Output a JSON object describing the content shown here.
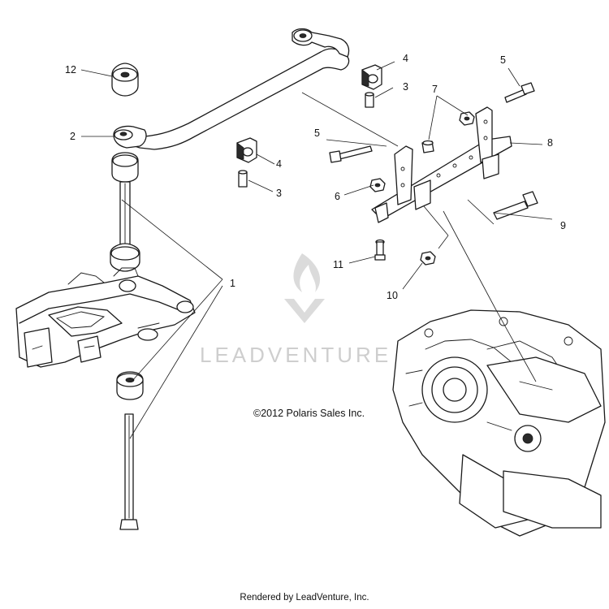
{
  "callouts": [
    {
      "id": "c1",
      "label": "1"
    },
    {
      "id": "c2",
      "label": "2"
    },
    {
      "id": "c3a",
      "label": "3"
    },
    {
      "id": "c3b",
      "label": "3"
    },
    {
      "id": "c4a",
      "label": "4"
    },
    {
      "id": "c4b",
      "label": "4"
    },
    {
      "id": "c5a",
      "label": "5"
    },
    {
      "id": "c5b",
      "label": "5"
    },
    {
      "id": "c6",
      "label": "6"
    },
    {
      "id": "c7",
      "label": "7"
    },
    {
      "id": "c8",
      "label": "8"
    },
    {
      "id": "c9",
      "label": "9"
    },
    {
      "id": "c10",
      "label": "10"
    },
    {
      "id": "c11",
      "label": "11"
    },
    {
      "id": "c12",
      "label": "12"
    }
  ],
  "watermark": "LEADVENTURE",
  "copyright": "©2012 Polaris Sales Inc.",
  "footer": "Rendered by LeadVenture, Inc."
}
